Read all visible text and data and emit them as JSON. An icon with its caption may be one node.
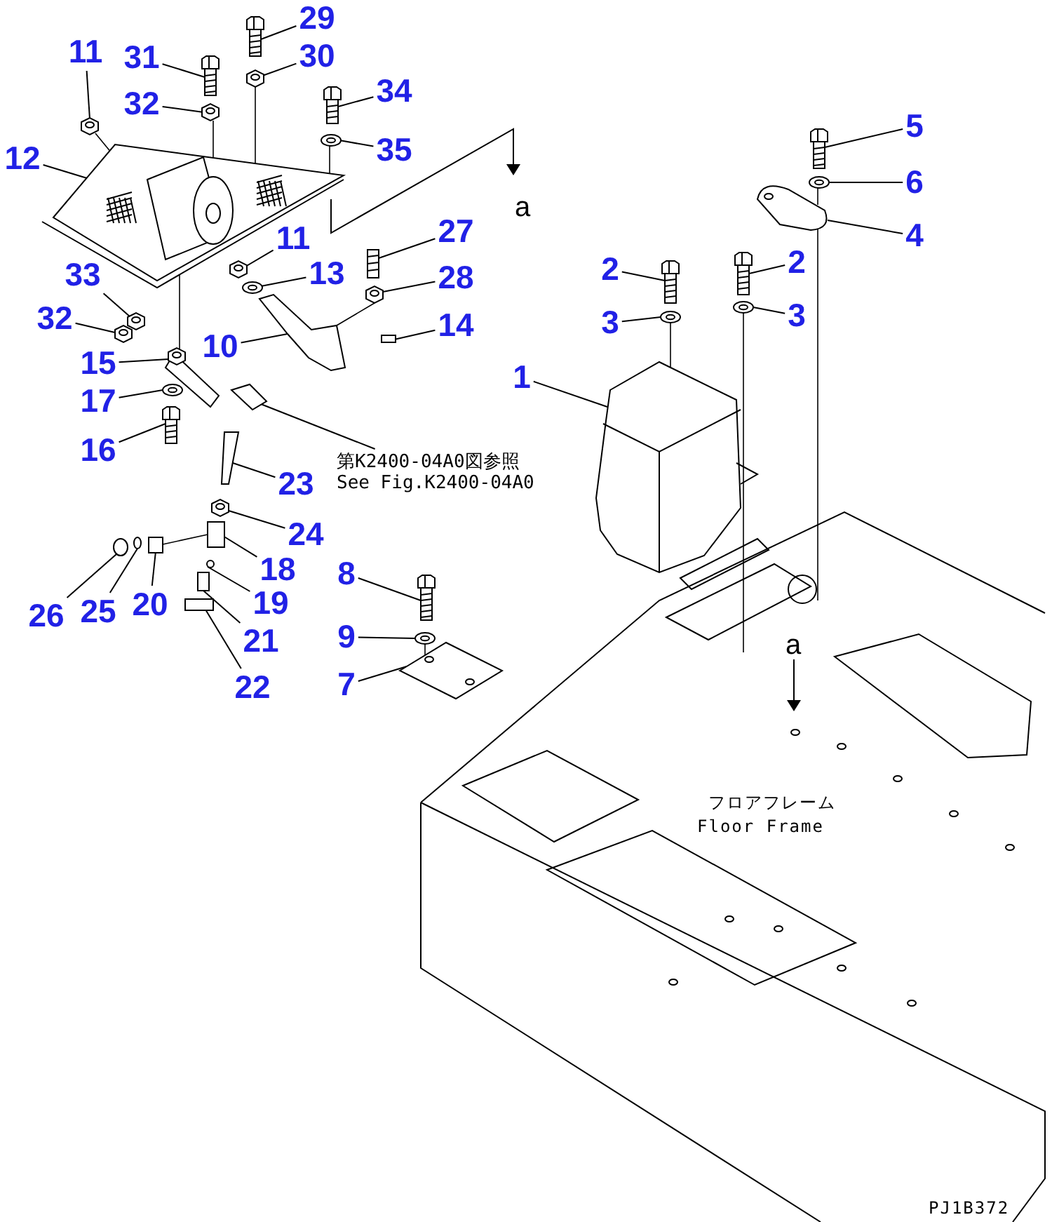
{
  "diagram": {
    "nodes": [
      {
        "text": [
          "29"
        ]
      },
      {
        "text": [
          "11"
        ]
      },
      {
        "text": [
          "31"
        ]
      },
      {
        "text": [
          "30"
        ]
      },
      {
        "text": [
          "34"
        ]
      },
      {
        "text": [
          "32"
        ]
      },
      {
        "text": [
          "35"
        ]
      },
      {
        "text": [
          "12"
        ]
      },
      {
        "text": [
          "5"
        ]
      },
      {
        "text": [
          "6"
        ]
      },
      {
        "text": [
          "4"
        ]
      },
      {
        "text": [
          "27"
        ]
      },
      {
        "text": [
          "11"
        ]
      },
      {
        "text": [
          "2"
        ]
      },
      {
        "text": [
          "3"
        ]
      },
      {
        "text": [
          "2"
        ]
      },
      {
        "text": [
          "3"
        ]
      },
      {
        "text": [
          "13"
        ]
      },
      {
        "text": [
          "28"
        ]
      },
      {
        "text": [
          "33"
        ]
      },
      {
        "text": [
          "32"
        ]
      },
      {
        "text": [
          "14"
        ]
      },
      {
        "text": [
          "10"
        ]
      },
      {
        "text": [
          "15"
        ]
      },
      {
        "text": [
          "1"
        ]
      },
      {
        "text": [
          "17"
        ]
      },
      {
        "text": [
          "16"
        ]
      },
      {
        "text": [
          "第K2400-04A0図参照",
          "See Fig.K2400-04A0"
        ]
      },
      {
        "text": [
          "23"
        ]
      },
      {
        "text": [
          "24"
        ]
      },
      {
        "text": [
          "18"
        ]
      },
      {
        "text": [
          "8"
        ]
      },
      {
        "text": [
          "20"
        ]
      },
      {
        "text": [
          "25"
        ]
      },
      {
        "text": [
          "26"
        ]
      },
      {
        "text": [
          "19"
        ]
      },
      {
        "text": [
          "9"
        ]
      },
      {
        "text": [
          "21"
        ]
      },
      {
        "text": [
          "7"
        ]
      },
      {
        "text": [
          "22"
        ]
      },
      {
        "text": [],
        "shape": "picture"
      },
      {
        "text": [],
        "shape": "picture"
      },
      {
        "text": [],
        "shape": "picture"
      },
      {
        "text": [],
        "shape": "picture"
      },
      {
        "text": [],
        "shape": "picture"
      },
      {
        "text": [],
        "shape": "picture"
      },
      {
        "text": [],
        "shape": "picture"
      },
      {
        "text": [],
        "shape": "picture"
      },
      {
        "text": [],
        "shape": "picture"
      },
      {
        "text": [],
        "shape": "picture"
      },
      {
        "text": [],
        "shape": "picture"
      },
      {
        "text": [],
        "shape": "picture"
      },
      {
        "text": [],
        "shape": "picture"
      },
      {
        "text": [],
        "shape": "picture"
      },
      {
        "text": [],
        "shape": "picture"
      },
      {
        "text": [],
        "shape": "picture"
      },
      {
        "text": [],
        "shape": "picture"
      },
      {
        "text": [],
        "shape": "picture"
      },
      {
        "text": [],
        "shape": "picture"
      },
      {
        "text": [],
        "shape": "picture"
      },
      {
        "text": [],
        "shape": "picture"
      },
      {
        "text": [],
        "shape": "box"
      },
      {
        "text": [],
        "shape": "picture"
      },
      {
        "text": [],
        "shape": "picture"
      },
      {
        "text": [],
        "shape": "picture"
      },
      {
        "text": [],
        "shape": "picture"
      },
      {
        "text": [],
        "shape": "picture"
      },
      {
        "text": [],
        "shape": "picture"
      },
      {
        "text": [],
        "shape": "picture"
      },
      {
        "text": [],
        "shape": "picture"
      },
      {
        "text": [],
        "shape": "box"
      },
      {
        "text": [],
        "shape": "picture"
      },
      {
        "text": [],
        "shape": "box"
      },
      {
        "text": [],
        "shape": "circle"
      },
      {
        "text": [],
        "shape": "circle"
      },
      {
        "text": [],
        "shape": "circle"
      },
      {
        "text": [],
        "shape": "picture"
      },
      {
        "text": [],
        "shape": "box"
      },
      {
        "text": [],
        "shape": "picture"
      },
      {
        "text": [],
        "shape": "box"
      },
      {
        "text": [
          "フロアフレーム",
          "Floor Frame"
        ]
      }
    ],
    "edges": [
      {
        "from": 0,
        "to": 40,
        "arrow": "none"
      },
      {
        "from": 1,
        "to": 41,
        "arrow": "none"
      },
      {
        "from": 2,
        "to": 42,
        "arrow": "none"
      },
      {
        "from": 3,
        "to": 43,
        "arrow": "none"
      },
      {
        "from": 4,
        "to": 44,
        "arrow": "none"
      },
      {
        "from": 5,
        "to": 45,
        "arrow": "none"
      },
      {
        "from": 6,
        "to": 46,
        "arrow": "none"
      },
      {
        "from": 7,
        "to": 47,
        "arrow": "none"
      },
      {
        "from": 8,
        "to": 48,
        "arrow": "none"
      },
      {
        "from": 9,
        "to": 49,
        "arrow": "none"
      },
      {
        "from": 10,
        "to": 50,
        "arrow": "none"
      },
      {
        "from": 11,
        "to": 51,
        "arrow": "none"
      },
      {
        "from": 12,
        "to": 52,
        "arrow": "none"
      },
      {
        "from": 13,
        "to": 53,
        "arrow": "none"
      },
      {
        "from": 14,
        "to": 54,
        "arrow": "none"
      },
      {
        "from": 15,
        "to": 55,
        "arrow": "none"
      },
      {
        "from": 16,
        "to": 56,
        "arrow": "none"
      },
      {
        "from": 17,
        "to": 57,
        "arrow": "none"
      },
      {
        "from": 18,
        "to": 58,
        "arrow": "none"
      },
      {
        "from": 19,
        "to": 59,
        "arrow": "none"
      },
      {
        "from": 20,
        "to": 60,
        "arrow": "none"
      },
      {
        "from": 21,
        "to": 61,
        "arrow": "none"
      },
      {
        "from": 22,
        "to": 62,
        "arrow": "none"
      },
      {
        "from": 23,
        "to": 63,
        "arrow": "none"
      },
      {
        "from": 24,
        "to": 64,
        "arrow": "none"
      },
      {
        "from": 25,
        "to": 65,
        "arrow": "none"
      },
      {
        "from": 26,
        "to": 66,
        "arrow": "none"
      },
      {
        "from": 27,
        "to": 67,
        "arrow": "none"
      },
      {
        "from": 28,
        "to": 68,
        "arrow": "none"
      },
      {
        "from": 29,
        "to": 69,
        "arrow": "none"
      },
      {
        "from": 30,
        "to": 70,
        "arrow": "none"
      },
      {
        "from": 31,
        "to": 71,
        "arrow": "none"
      },
      {
        "from": 32,
        "to": 72,
        "arrow": "none"
      },
      {
        "from": 33,
        "to": 73,
        "arrow": "none"
      },
      {
        "from": 34,
        "to": 74,
        "arrow": "none"
      },
      {
        "from": 35,
        "to": 75,
        "arrow": "none"
      },
      {
        "from": 36,
        "to": 76,
        "arrow": "none"
      },
      {
        "from": 37,
        "to": 77,
        "arrow": "none"
      },
      {
        "from": 38,
        "to": 78,
        "arrow": "none"
      },
      {
        "from": 39,
        "to": 79,
        "arrow": "none"
      },
      {
        "from": 41,
        "to": 47,
        "arrow": "none"
      },
      {
        "from": 45,
        "to": 47,
        "arrow": "none"
      },
      {
        "from": 43,
        "to": 47,
        "arrow": "none"
      },
      {
        "from": 47,
        "to": 63,
        "arrow": "none"
      },
      {
        "from": 46,
        "to": 47,
        "arrow": "none"
      },
      {
        "from": 58,
        "to": 62,
        "arrow": "none"
      },
      {
        "from": 72,
        "to": 70,
        "arrow": "none"
      },
      {
        "from": 76,
        "to": 78,
        "arrow": "none"
      },
      {
        "from": 54,
        "to": 64,
        "arrow": "none"
      },
      {
        "from": 56,
        "to": 80,
        "arrow": "none"
      },
      {
        "from": 49,
        "to": 50,
        "arrow": "none"
      },
      {
        "from": 50,
        "to": 80,
        "arrow": "none"
      }
    ],
    "labels": [
      "a",
      "a",
      "PJ1B372"
    ]
  }
}
